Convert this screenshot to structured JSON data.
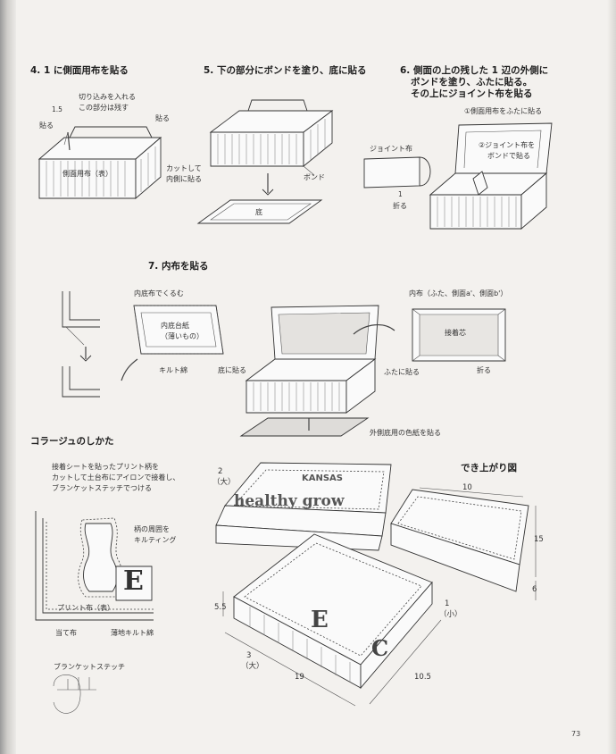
{
  "steps": {
    "s4": {
      "title": "4. 1 に側面用布を貼る",
      "labels": [
        "切り込みを入れる",
        "この部分は残す",
        "貼る",
        "貼る",
        "1.5",
        "側面用布（表）",
        "カットして",
        "内側に貼る"
      ]
    },
    "s5": {
      "title": "5. 下の部分にボンドを塗り、底に貼る",
      "labels": [
        "ボンド",
        "底"
      ]
    },
    "s6": {
      "title_lines": [
        "6. 側面の上の残した 1 辺の外側に",
        "ボンドを塗り、ふたに貼る。",
        "その上にジョイント布を貼る"
      ],
      "labels": [
        "①側面用布をふたに貼る",
        "②ジョイント布を",
        "ボンドで貼る",
        "ジョイント布",
        "1",
        "折る"
      ]
    },
    "s7": {
      "title": "7. 内布を貼る",
      "labels": [
        "内底布でくるむ",
        "内底台紙",
        "（薄いもの）",
        "キルト綿",
        "底に貼る",
        "内布（ふた、側面a'、側面b'）",
        "接着芯",
        "ふたに貼る",
        "折る",
        "外側底用の色紙を貼る"
      ]
    }
  },
  "collage": {
    "title": "コラージュのしかた",
    "note_lines": [
      "接着シートを貼ったプリント柄を",
      "カットして土台布にアイロンで接着し、",
      "ブランケットステッチでつける"
    ],
    "labels": [
      "柄の周囲を",
      "キルティング",
      "プリント布（表）",
      "当て布",
      "薄地キルト綿",
      "E"
    ],
    "stitch": "ブランケットステッチ"
  },
  "finished": {
    "title": "でき上がり図",
    "box2": {
      "num": "2",
      "size": "（大）"
    },
    "box1": {
      "num": "1",
      "size": "（小）"
    },
    "box3": {
      "num": "3",
      "size": "（大）"
    },
    "dims": [
      "10",
      "15",
      "6",
      "5.5",
      "19",
      "10.5"
    ],
    "print_text": [
      "KANSAS",
      "healthy grow",
      "E",
      "C"
    ]
  },
  "page_number": "73"
}
